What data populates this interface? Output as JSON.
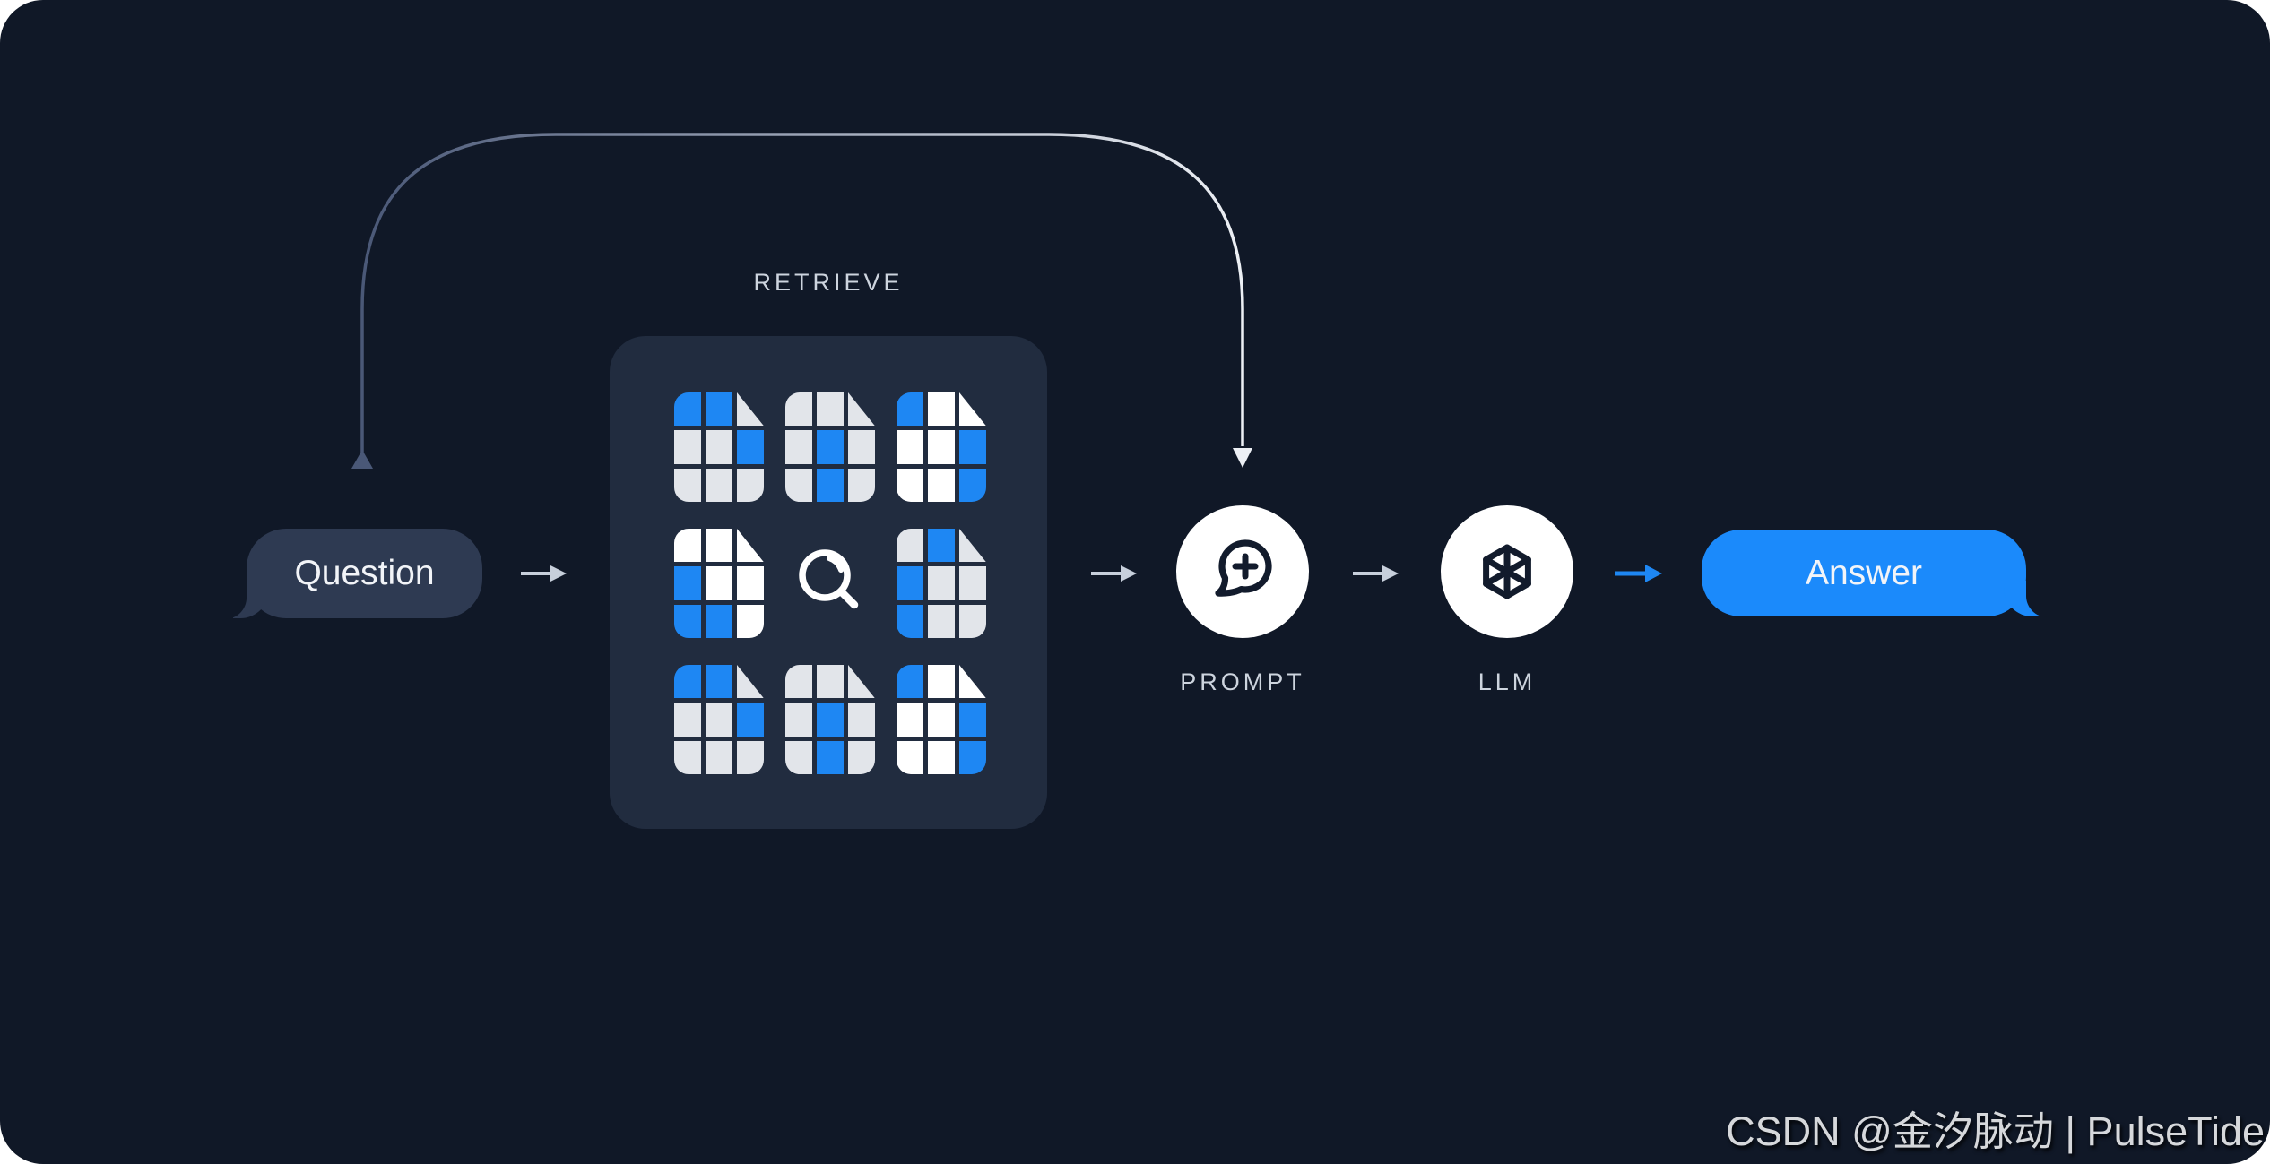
{
  "diagram": {
    "question": {
      "label": "Question"
    },
    "retrieve": {
      "label": "RETRIEVE",
      "search_icon": "magnifier-icon",
      "documents": [
        {
          "grid": [
            [
              "b",
              "b",
              "fg"
            ],
            [
              "g",
              "g",
              "b"
            ],
            [
              "g",
              "g",
              "g"
            ]
          ]
        },
        {
          "grid": [
            [
              "g",
              "g",
              "fg"
            ],
            [
              "g",
              "b",
              "g"
            ],
            [
              "g",
              "b",
              "g"
            ]
          ]
        },
        {
          "grid": [
            [
              "b",
              "w",
              "fw"
            ],
            [
              "w",
              "w",
              "b"
            ],
            [
              "w",
              "w",
              "b"
            ]
          ]
        },
        {
          "grid": [
            [
              "w",
              "w",
              "fw"
            ],
            [
              "b",
              "w",
              "w"
            ],
            [
              "b",
              "b",
              "w"
            ]
          ]
        },
        {
          "grid": [
            [
              "g",
              "b",
              "fg"
            ],
            [
              "b",
              "g",
              "g"
            ],
            [
              "b",
              "g",
              "g"
            ]
          ]
        },
        {
          "grid": [
            [
              "b",
              "b",
              "fg"
            ],
            [
              "g",
              "g",
              "b"
            ],
            [
              "g",
              "g",
              "g"
            ]
          ]
        },
        {
          "grid": [
            [
              "g",
              "g",
              "fg"
            ],
            [
              "g",
              "b",
              "g"
            ],
            [
              "g",
              "b",
              "g"
            ]
          ]
        },
        {
          "grid": [
            [
              "b",
              "w",
              "fw"
            ],
            [
              "w",
              "w",
              "b"
            ],
            [
              "w",
              "w",
              "b"
            ]
          ]
        }
      ]
    },
    "prompt": {
      "label": "PROMPT",
      "icon": "chat-plus-icon"
    },
    "llm": {
      "label": "LLM",
      "icon": "hexagon-wireframe-icon"
    },
    "answer": {
      "label": "Answer"
    }
  },
  "colors": {
    "background": "#101827",
    "panel": "#212c3f",
    "question_bubble": "#2e3a52",
    "answer_bubble": "#1b8afb",
    "accent_blue": "#1e87f3",
    "doc_gray": "#e2e5ea",
    "doc_white": "#ffffff",
    "label_text": "#cdd4de",
    "arrow_gray": "#c7cfdb",
    "arc_start": "#4a5877",
    "arc_end": "#edf0f5",
    "icon_dark": "#121b2c",
    "bubble_text": "#f2f4f8"
  },
  "watermark": {
    "text": "CSDN @金汐脉动 | PulseTide"
  }
}
